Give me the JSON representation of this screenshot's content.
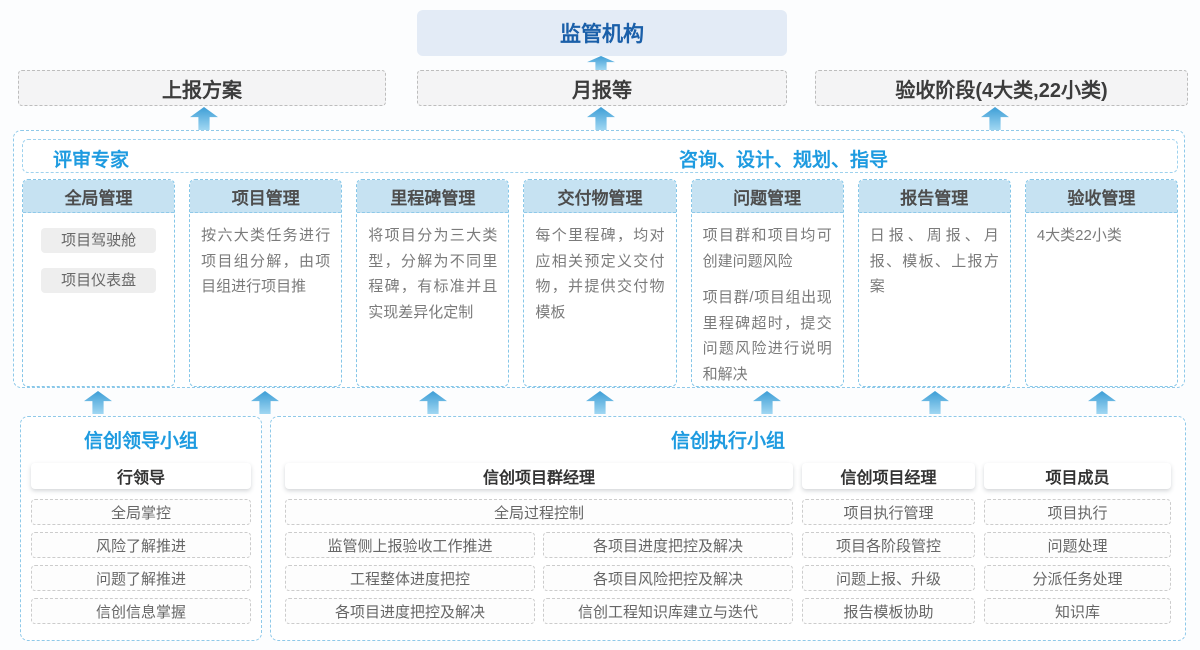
{
  "colors": {
    "accent_blue": "#1e9be0",
    "regulator_text": "#1a5fa9",
    "regulator_bg": "#e3ebf6",
    "dashed_blue": "#8fc9e9",
    "column_header_bg": "#c6e2f2",
    "arrow_top": "#3d9ed6",
    "arrow_bottom": "#a0d7f2"
  },
  "top": {
    "regulator": "监管机构",
    "channels": [
      {
        "label": "上报方案"
      },
      {
        "label": "月报等"
      },
      {
        "label": "验收阶段(4大类,22小类)"
      }
    ]
  },
  "middle": {
    "expert_label": "评审专家",
    "advisory_label": "咨询、设计、规划、指导",
    "columns": [
      {
        "title": "全局管理",
        "buttons": [
          "项目驾驶舱",
          "项目仪表盘"
        ]
      },
      {
        "title": "项目管理",
        "paragraphs": [
          "按六大类任务进行项目组分解，由项目组进行项目推"
        ]
      },
      {
        "title": "里程碑管理",
        "paragraphs": [
          "将项目分为三大类型，分解为不同里程碑，有标准并且实现差异化定制"
        ]
      },
      {
        "title": "交付物管理",
        "paragraphs": [
          "每个里程碑，均对应相关预定义交付物，并提供交付物模板"
        ]
      },
      {
        "title": "问题管理",
        "paragraphs": [
          "项目群和项目均可创建问题风险",
          "项目群/项目组出现里程碑超时，提交问题风险进行说明和解决"
        ]
      },
      {
        "title": "报告管理",
        "paragraphs": [
          "日报、周报、月报、模板、上报方案"
        ]
      },
      {
        "title": "验收管理",
        "paragraphs": [
          "4大类22小类"
        ]
      }
    ]
  },
  "bottom": {
    "leader_group": {
      "title": "信创领导小组",
      "role": "行领导",
      "items": [
        "全局掌控",
        "风险了解推进",
        "问题了解推进",
        "信创信息掌握"
      ]
    },
    "exec_group": {
      "title": "信创执行小组",
      "program_manager": {
        "role": "信创项目群经理",
        "full_item": "全局过程控制",
        "left_items": [
          "监管侧上报验收工作推进",
          "工程整体进度把控",
          "各项目进度把控及解决"
        ],
        "right_items": [
          "各项目进度把控及解决",
          "各项目风险把控及解决",
          "信创工程知识库建立与迭代"
        ]
      },
      "project_manager": {
        "role": "信创项目经理",
        "items": [
          "项目执行管理",
          "项目各阶段管控",
          "问题上报、升级",
          "报告模板协助"
        ]
      },
      "member": {
        "role": "项目成员",
        "items": [
          "项目执行",
          "问题处理",
          "分派任务处理",
          "知识库"
        ]
      }
    }
  }
}
